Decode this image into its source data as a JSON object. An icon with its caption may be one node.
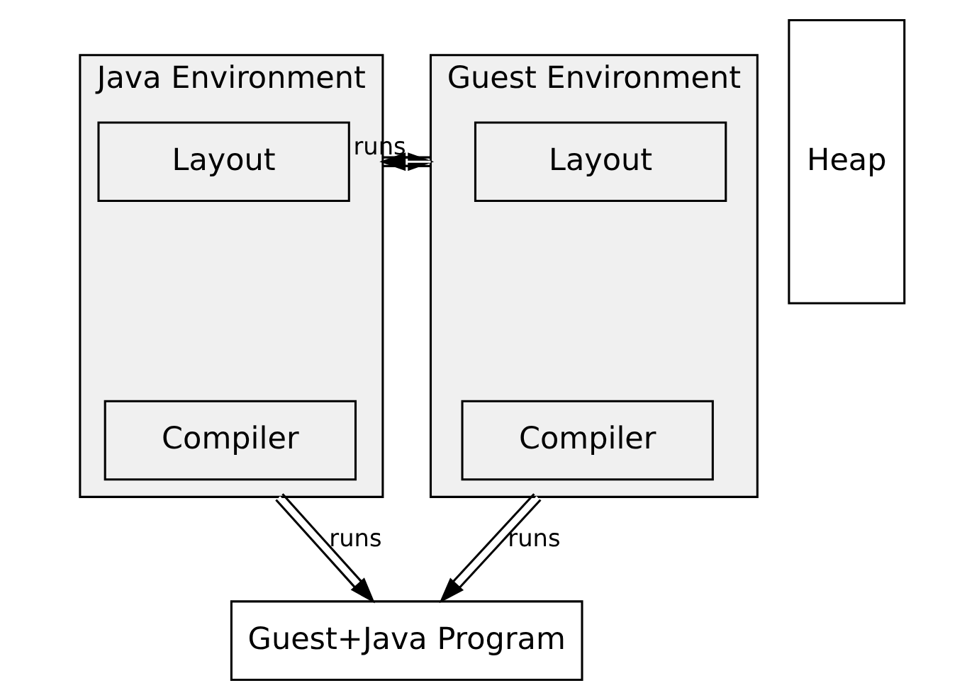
{
  "diagram": {
    "nodes": [
      {
        "text": [
          "Java Environment"
        ]
      },
      {
        "text": [
          "Layout"
        ],
        "in": 0
      },
      {
        "text": [
          "Compiler"
        ],
        "in": 0
      },
      {
        "text": [
          "Heap"
        ]
      },
      {
        "text": [
          "Guest Environment"
        ]
      },
      {
        "text": [
          "Layout"
        ],
        "in": 4
      },
      {
        "text": [
          "Compiler"
        ],
        "in": 4
      },
      {
        "text": [
          "Guest+Java Program"
        ]
      }
    ],
    "edges": [
      {
        "from": 0,
        "to": 4,
        "arrow": "to",
        "label": "runs"
      },
      {
        "from": 4,
        "to": 0,
        "arrow": "to"
      },
      {
        "from": 0,
        "to": 7,
        "arrow": "to",
        "label": "runs"
      },
      {
        "from": 4,
        "to": 7,
        "arrow": "to",
        "label": "runs"
      }
    ]
  }
}
